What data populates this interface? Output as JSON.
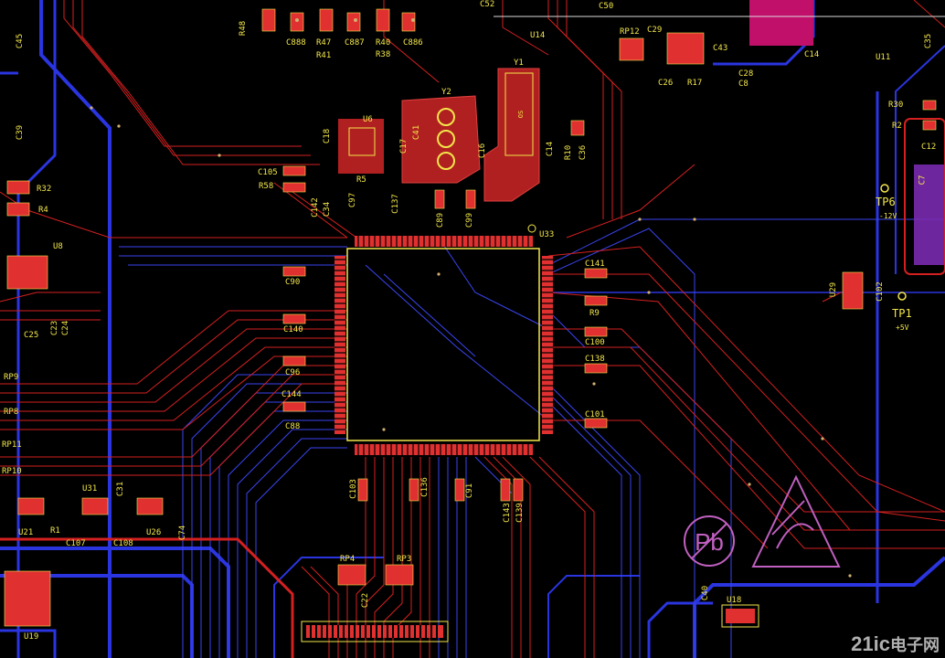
{
  "colors": {
    "background": "#000000",
    "top_copper": "#d42020",
    "bottom_copper": "#2a35e0",
    "silkscreen": "#f2e64a",
    "pad": "#e03030",
    "via": "#b8a040",
    "magenta_zone": "#d0106a",
    "logo_outline": "#c060c0"
  },
  "components": {
    "u33": "U33",
    "y1": "Y1",
    "y1_part": "OS",
    "y2": "Y2",
    "u6": "U6",
    "u8": "U8",
    "u31": "U31",
    "u21": "U21",
    "u26": "U26",
    "u19": "U19",
    "u18": "U18",
    "u14": "U14",
    "u11": "U11",
    "u29": "U29",
    "c52": "C52",
    "c50": "C50",
    "c29": "C29",
    "c43": "C43",
    "c28": "C28",
    "c8": "C8",
    "c26": "C26",
    "r17": "R17",
    "c14_top": "C14",
    "rp12": "RP12",
    "c45": "C45",
    "c39": "C39",
    "r48": "R48",
    "c888": "C888",
    "r47": "R47",
    "r41": "R41",
    "c887": "C887",
    "r40": "R40",
    "r38": "R38",
    "c886": "C886",
    "c18": "C18",
    "c17": "C17",
    "c41": "C41",
    "c16": "C16",
    "c14": "C14",
    "r10": "R10",
    "c36": "C36",
    "c105": "C105",
    "r58": "R58",
    "r5": "R5",
    "c142": "C142",
    "c34": "C34",
    "c97": "C97",
    "c137": "C137",
    "c89": "C89",
    "c99": "C99",
    "r32": "R32",
    "r4": "R4",
    "c25": "C25",
    "c23": "C23",
    "c24": "C24",
    "c90": "C90",
    "c140": "C140",
    "c96": "C96",
    "c144": "C144",
    "c88": "C88",
    "c141": "C141",
    "r9": "R9",
    "c100": "C100",
    "c138": "C138",
    "c101": "C101",
    "rp9": "RP9",
    "rp8": "RP8",
    "rp11": "RP11",
    "rp10": "RP10",
    "c31": "C31",
    "r1": "R1",
    "c107": "C107",
    "c108": "C108",
    "c74": "C74",
    "c103": "C103",
    "c136": "C136",
    "c91": "C91",
    "c143": "C143",
    "c139": "C139",
    "rp4": "RP4",
    "rp3": "RP3",
    "c22": "C22",
    "c40": "C40",
    "r30": "R30",
    "r2": "R2",
    "c12": "C12",
    "c7": "C7",
    "c102": "C102",
    "c35": "C35"
  },
  "test_points": {
    "tp6": "TP6",
    "tp6_voltage": "-12V",
    "tp1": "TP1",
    "tp1_voltage": "+5V"
  },
  "watermark": {
    "brand": "21ic",
    "suffix": "电子网"
  },
  "logos": {
    "pb_free": "Pb",
    "esd_warning": "ESD"
  }
}
